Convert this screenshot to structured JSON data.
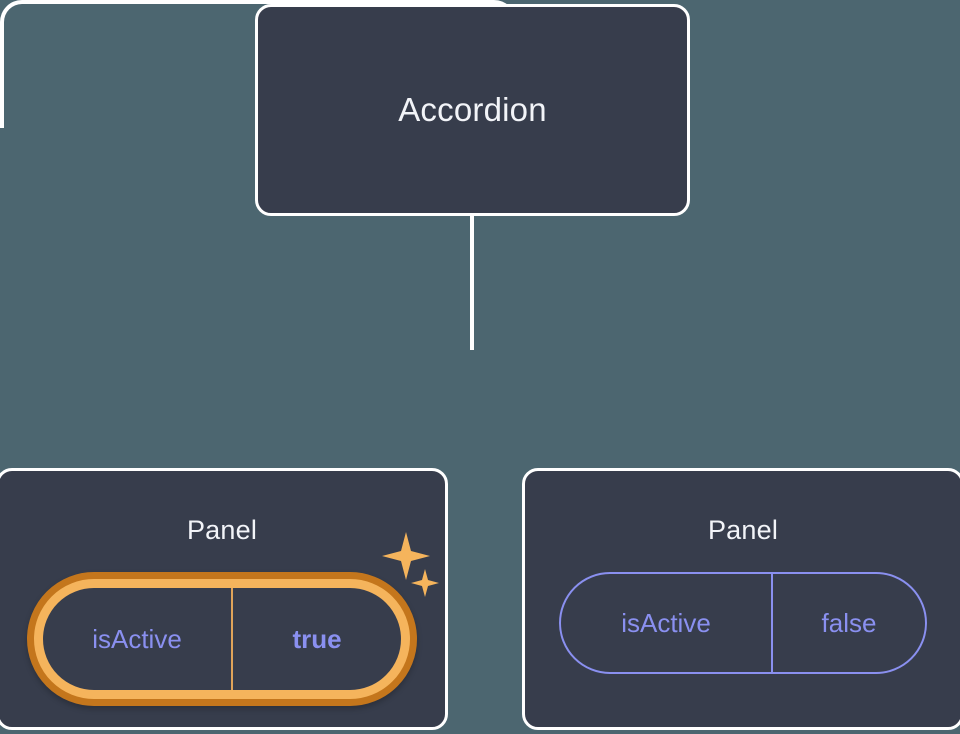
{
  "theme": {
    "background": "#4c6670",
    "card_fill": "#373d4c",
    "card_border": "#ffffff",
    "edge": "#ffffff",
    "text": "#f2f4f8",
    "prop_text": "#8a90f0",
    "highlight_outer": "#c4761c",
    "highlight_inner": "#f5b45c",
    "sparkle": "#f5b45c"
  },
  "tree": {
    "root": {
      "title": "Accordion"
    },
    "children": [
      {
        "title": "Panel",
        "highlighted": true,
        "prop": {
          "key": "isActive",
          "value": "true"
        }
      },
      {
        "title": "Panel",
        "highlighted": false,
        "prop": {
          "key": "isActive",
          "value": "false"
        }
      }
    ]
  },
  "icons": {
    "sparkle_large": "sparkle-icon",
    "sparkle_small": "sparkle-icon"
  }
}
